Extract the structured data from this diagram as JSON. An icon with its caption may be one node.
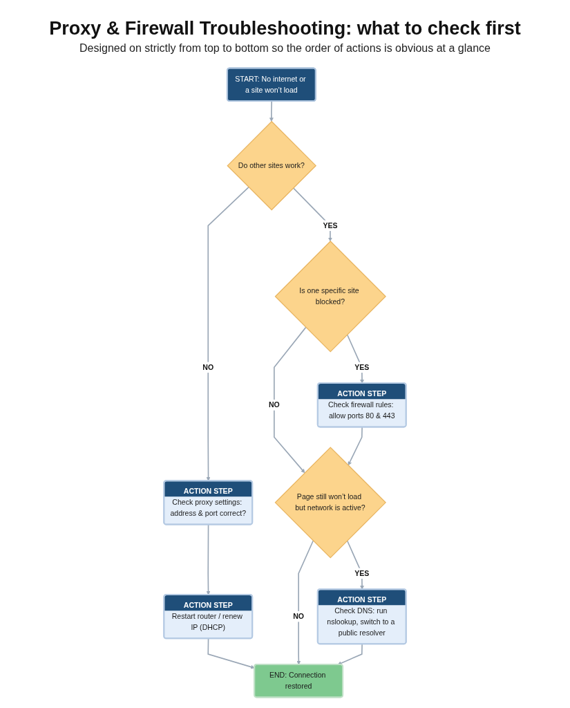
{
  "diagram": {
    "title": "Proxy & Firewall Troubleshooting: what to check first",
    "caption": "Designed on strictly from top to bottom so the order of actions is obvious at a glance",
    "nodes": [
      {
        "text": [
          "START: No internet or a site won’t load"
        ]
      },
      {
        "text": [
          "Do other sites work?"
        ]
      },
      {
        "text": [
          "ACTION STEP",
          "Check proxy settings: address & port correct?"
        ]
      },
      {
        "text": [
          "ACTION STEP",
          "Restart router / renew IP (DHCP)"
        ]
      },
      {
        "text": [
          "Is one specific site blocked?"
        ]
      },
      {
        "text": [
          "ACTION STEP",
          "Check firewall rules: allow ports 80 & 443"
        ]
      },
      {
        "text": [
          "Page still won’t load but network is active?"
        ]
      },
      {
        "text": [
          "ACTION STEP",
          "Check DNS: run nslookup, switch to a public resolver"
        ]
      },
      {
        "text": [
          "END: Connection restored"
        ]
      }
    ],
    "edges": [
      {
        "from": 0,
        "to": 1,
        "arrow": "to"
      },
      {
        "from": 1,
        "to": 2,
        "arrow": "to",
        "label": "NO"
      },
      {
        "from": 1,
        "to": 4,
        "arrow": "to",
        "label": "YES"
      },
      {
        "from": 2,
        "to": 3,
        "arrow": "to"
      },
      {
        "from": 3,
        "to": 8,
        "arrow": "to"
      },
      {
        "from": 4,
        "to": 5,
        "arrow": "to",
        "label": "YES"
      },
      {
        "from": 4,
        "to": 6,
        "arrow": "to",
        "label": "NO"
      },
      {
        "from": 5,
        "to": 6,
        "arrow": "to"
      },
      {
        "from": 6,
        "to": 7,
        "arrow": "to",
        "label": "YES"
      },
      {
        "from": 6,
        "to": 8,
        "arrow": "to",
        "label": "NO"
      },
      {
        "from": 7,
        "to": 8,
        "arrow": "to"
      }
    ]
  }
}
